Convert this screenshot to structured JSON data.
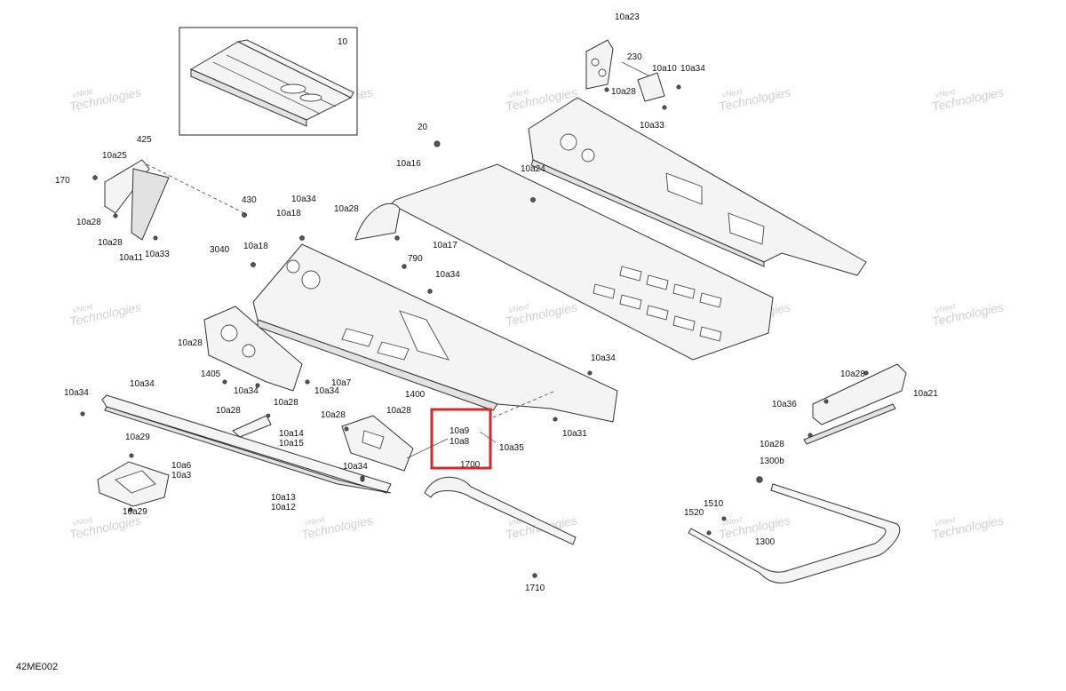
{
  "diagram": {
    "code": "42ME002",
    "inset_label": "10",
    "highlight_color": "#d62828",
    "watermark": {
      "line1": "vNext",
      "line2": "Technologies"
    },
    "highlight_labels": [
      "10a9",
      "10a8"
    ],
    "labels": [
      "10a23",
      "230",
      "10a10",
      "10a34",
      "10a28",
      "10a33",
      "425",
      "10a25",
      "170",
      "10a28",
      "10a28",
      "10a11",
      "10a33",
      "430",
      "20",
      "10a16",
      "10a24",
      "10a34",
      "10a18",
      "10a28",
      "10a17",
      "3040",
      "10a18",
      "790",
      "10a34",
      "10a28",
      "1405",
      "10a34",
      "10a34",
      "10a7",
      "10a28",
      "1400",
      "10a34",
      "10a34",
      "10a34",
      "10a28",
      "10a14",
      "10a15",
      "10a28",
      "10a28",
      "10a29",
      "10a6",
      "10a3",
      "10a29",
      "10a34",
      "10a13",
      "10a12",
      "1700",
      "10a35",
      "10a31",
      "1710",
      "10a28",
      "10a21",
      "10a36",
      "10a28",
      "1300b",
      "1510",
      "1520",
      "1300"
    ]
  }
}
